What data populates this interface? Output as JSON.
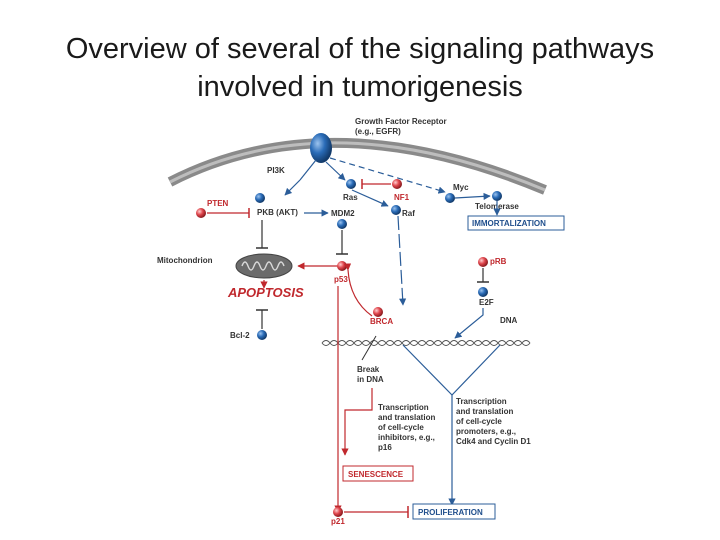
{
  "slide": {
    "title_line1": "Overview of several of the signaling pathways",
    "title_line2": "involved in tumorigenesis"
  },
  "diagram": {
    "receptor_label1": "Growth Factor Receptor",
    "receptor_label2": "(e.g., EGFR)",
    "pi3k": "PI3K",
    "ras": "Ras",
    "nf1": "NF1",
    "myc": "Myc",
    "telomerase": "Telomerase",
    "pten": "PTEN",
    "pkb": "PKB (AKT)",
    "mdm2": "MDM2",
    "raf": "Raf",
    "immortalization": "IMMORTALIZATION",
    "mitochondrion": "Mitochondrion",
    "apoptosis": "APOPTOSIS",
    "p53": "p53",
    "prb": "pRB",
    "e2f": "E2F",
    "brca": "BRCA",
    "dna": "DNA",
    "bcl2": "Bcl-2",
    "break1": "Break",
    "break2": "in DNA",
    "inhib1": "Transcription",
    "inhib2": "and translation",
    "inhib3": "of cell-cycle",
    "inhib4": "inhibitors, e.g.,",
    "inhib5": "p16",
    "promo1": "Transcription",
    "promo2": "and translation",
    "promo3": "of cell-cycle",
    "promo4": "promoters, e.g.,",
    "promo5": "Cdk4 and Cyclin D1",
    "senescence": "SENESCENCE",
    "proliferation": "PROLIFERATION",
    "p21": "p21"
  },
  "colors": {
    "blue_node": "#1f5fa8",
    "red_node": "#d9434a",
    "membrane": "#777777",
    "arrow_blue": "#2b5d99",
    "arrow_red": "#c0282d"
  }
}
